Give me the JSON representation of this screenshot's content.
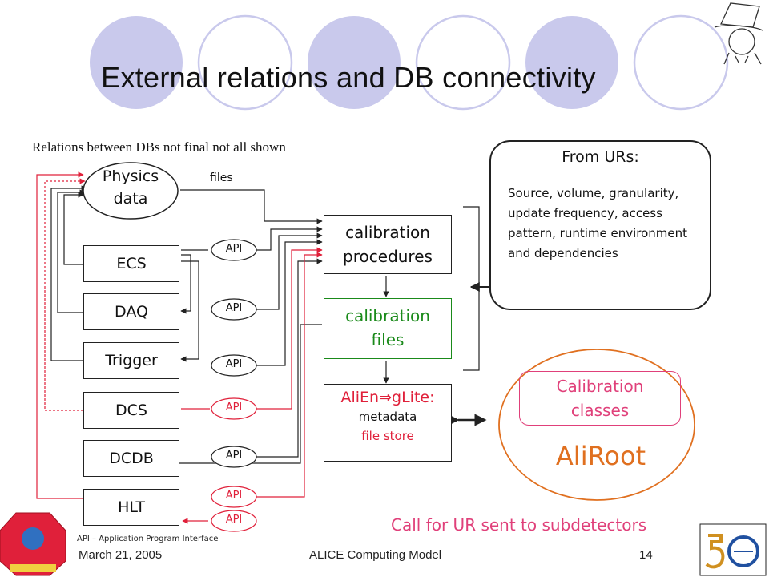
{
  "slide": {
    "title": "External relations and DB connectivity",
    "subtitle": "Relations between DBs not final not all shown"
  },
  "sources": {
    "physics": {
      "line1": "Physics",
      "line2": "data"
    },
    "items": [
      "ECS",
      "DAQ",
      "Trigger",
      "DCS",
      "DCDB",
      "HLT"
    ]
  },
  "links": {
    "files_label": "files",
    "api_labels": [
      "API",
      "API",
      "API",
      "API",
      "API",
      "API",
      "API"
    ]
  },
  "calibration": {
    "procedures": {
      "line1": "calibration",
      "line2": "procedures"
    },
    "files": {
      "line1": "calibration",
      "line2": "files"
    },
    "alien": {
      "title": "AliEn⇒gLite:",
      "line2": "metadata",
      "line3": "file store"
    }
  },
  "user_requirements": {
    "title": "From URs:",
    "body": "Source, volume, granularity, update frequency, access pattern, runtime environment and dependencies"
  },
  "aliroot": {
    "classes_line1": "Calibration",
    "classes_line2": "classes",
    "label": "AliRoot"
  },
  "notes": {
    "call_for_ur": "Call for UR sent to subdetectors",
    "api_legend": "API – Application Program Interface"
  },
  "footer": {
    "date": "March 21, 2005",
    "center": "ALICE Computing Model",
    "page": "14"
  },
  "colors": {
    "circle": "#c9c9ec",
    "red": "#e0203a",
    "green": "#1a8a1a",
    "pink": "#e0407a",
    "orange": "#e07020",
    "dark": "#222222"
  }
}
